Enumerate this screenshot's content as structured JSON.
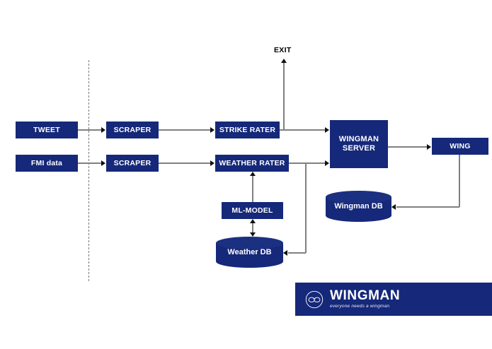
{
  "diagram": {
    "title": "Wingman system architecture flow diagram",
    "colors": {
      "node_fill": "#15287a",
      "node_text": "#ffffff",
      "connector": "#808080",
      "arrowhead": "#111111",
      "divider": "#777777",
      "background": "#ffffff"
    },
    "nodes": [
      {
        "id": "tweet",
        "label": "TWEET",
        "shape": "rect"
      },
      {
        "id": "fmi-data",
        "label": "FMI data",
        "shape": "rect"
      },
      {
        "id": "scraper-top",
        "label": "SCRAPER",
        "shape": "rect"
      },
      {
        "id": "scraper-bottom",
        "label": "SCRAPER",
        "shape": "rect"
      },
      {
        "id": "strike-rater",
        "label": "STRIKE RATER",
        "shape": "rect"
      },
      {
        "id": "weather-rater",
        "label": "WEATHER RATER",
        "shape": "rect"
      },
      {
        "id": "wingman-server",
        "label": "WINGMAN\nSERVER",
        "label_line1": "WINGMAN",
        "label_line2": "SERVER",
        "shape": "rect"
      },
      {
        "id": "wing",
        "label": "WING",
        "shape": "rect"
      },
      {
        "id": "ml-model",
        "label": "ML-MODEL",
        "shape": "rect"
      },
      {
        "id": "weather-db",
        "label": "Weather DB",
        "shape": "cylinder"
      },
      {
        "id": "wingman-db",
        "label": "Wingman DB",
        "shape": "cylinder"
      }
    ],
    "annotations": {
      "exit_label": "EXIT"
    },
    "edges": [
      {
        "from": "tweet",
        "to": "scraper-top",
        "direction": "one-way"
      },
      {
        "from": "fmi-data",
        "to": "scraper-bottom",
        "direction": "one-way"
      },
      {
        "from": "scraper-top",
        "to": "strike-rater",
        "direction": "one-way"
      },
      {
        "from": "scraper-bottom",
        "to": "weather-rater",
        "direction": "one-way"
      },
      {
        "from": "strike-rater",
        "to": "wingman-server",
        "direction": "one-way"
      },
      {
        "from": "strike-rater",
        "to": "exit",
        "direction": "one-way"
      },
      {
        "from": "weather-rater",
        "to": "wingman-server",
        "direction": "one-way"
      },
      {
        "from": "weather-rater",
        "to": "weather-db",
        "direction": "one-way"
      },
      {
        "from": "ml-model",
        "to": "weather-rater",
        "direction": "one-way"
      },
      {
        "from": "ml-model",
        "to": "weather-db",
        "direction": "two-way"
      },
      {
        "from": "wingman-server",
        "to": "wing",
        "direction": "one-way"
      },
      {
        "from": "wing",
        "to": "wingman-db",
        "direction": "one-way"
      }
    ]
  },
  "logo": {
    "wordmark": "WINGMAN",
    "tagline": "everyone needs a wingman",
    "icon": "glasses-icon"
  }
}
